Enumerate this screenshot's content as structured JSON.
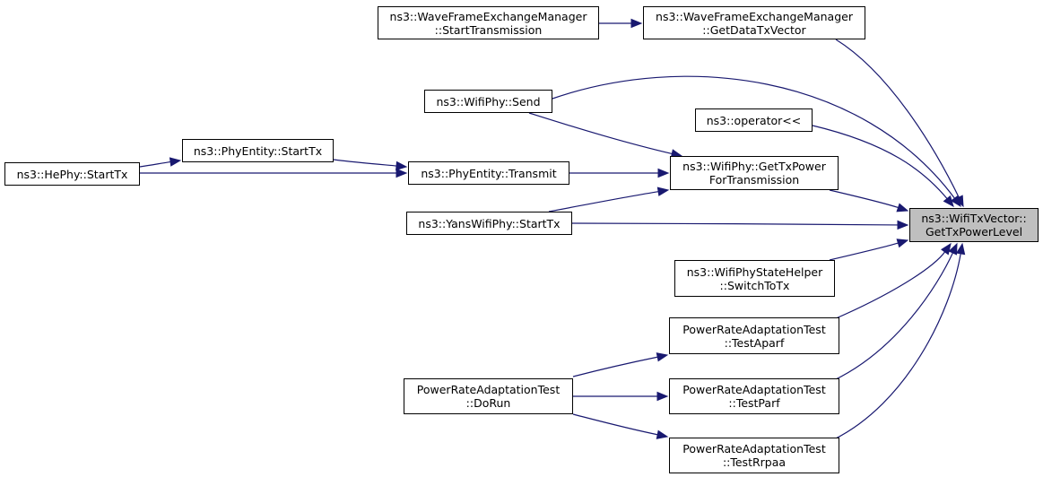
{
  "colors": {
    "edge": "#191970",
    "focus_fill": "#bfbfbf",
    "border": "#000000",
    "background": "#ffffff"
  },
  "nodes": [
    {
      "id": "wfem_start",
      "lines": [
        "ns3::WaveFrameExchangeManager",
        "::StartTransmission"
      ]
    },
    {
      "id": "wfem_get",
      "lines": [
        "ns3::WaveFrameExchangeManager",
        "::GetDataTxVector"
      ]
    },
    {
      "id": "wifiphy_send",
      "lines": [
        "ns3::WifiPhy::Send"
      ]
    },
    {
      "id": "op_lshift",
      "lines": [
        "ns3::operator<<"
      ]
    },
    {
      "id": "hephy_starttx",
      "lines": [
        "ns3::HePhy::StartTx"
      ]
    },
    {
      "id": "phyentity_starttx",
      "lines": [
        "ns3::PhyEntity::StartTx"
      ]
    },
    {
      "id": "phyentity_transmit",
      "lines": [
        "ns3::PhyEntity::Transmit"
      ]
    },
    {
      "id": "getpower",
      "lines": [
        "ns3::WifiPhy::GetTxPower",
        "ForTransmission"
      ]
    },
    {
      "id": "target",
      "lines": [
        "ns3::WifiTxVector::",
        "GetTxPowerLevel"
      ]
    },
    {
      "id": "yans_starttx",
      "lines": [
        "ns3::YansWifiPhy::StartTx"
      ]
    },
    {
      "id": "statehelper",
      "lines": [
        "ns3::WifiPhyStateHelper",
        "::SwitchToTx"
      ]
    },
    {
      "id": "testaparf",
      "lines": [
        "PowerRateAdaptationTest",
        "::TestAparf"
      ]
    },
    {
      "id": "dorun",
      "lines": [
        "PowerRateAdaptationTest",
        "::DoRun"
      ]
    },
    {
      "id": "testparf",
      "lines": [
        "PowerRateAdaptationTest",
        "::TestParf"
      ]
    },
    {
      "id": "testrrpaa",
      "lines": [
        "PowerRateAdaptationTest",
        "::TestRrpaa"
      ]
    }
  ],
  "edges": [
    [
      "wfem_start",
      "wfem_get"
    ],
    [
      "wfem_get",
      "target"
    ],
    [
      "wifiphy_send",
      "target"
    ],
    [
      "wifiphy_send",
      "getpower"
    ],
    [
      "op_lshift",
      "target"
    ],
    [
      "hephy_starttx",
      "phyentity_starttx"
    ],
    [
      "hephy_starttx",
      "phyentity_transmit"
    ],
    [
      "phyentity_starttx",
      "phyentity_transmit"
    ],
    [
      "phyentity_transmit",
      "getpower"
    ],
    [
      "yans_starttx",
      "getpower"
    ],
    [
      "yans_starttx",
      "target"
    ],
    [
      "getpower",
      "target"
    ],
    [
      "statehelper",
      "target"
    ],
    [
      "testaparf",
      "target"
    ],
    [
      "testparf",
      "target"
    ],
    [
      "testrrpaa",
      "target"
    ],
    [
      "dorun",
      "testaparf"
    ],
    [
      "dorun",
      "testparf"
    ],
    [
      "dorun",
      "testrrpaa"
    ]
  ]
}
